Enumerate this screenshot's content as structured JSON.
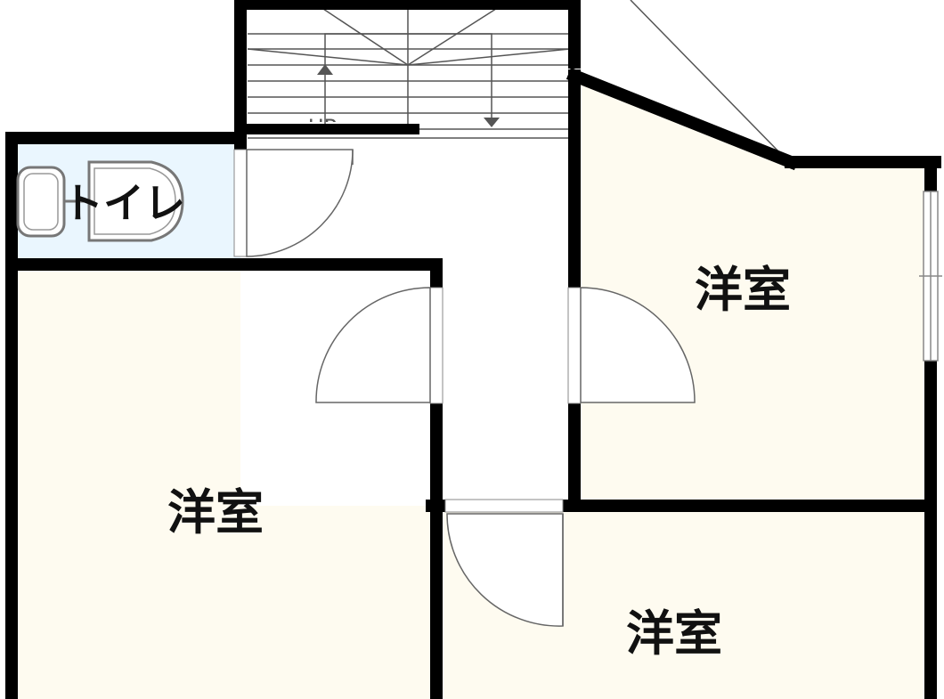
{
  "rooms": {
    "toilet": {
      "label": "トイレ",
      "fill": "#eaf6fe"
    },
    "western_left": {
      "label": "洋室",
      "fill": "#fefbf0"
    },
    "western_upper_right": {
      "label": "洋室",
      "fill": "#fefbf0"
    },
    "western_lower_right": {
      "label": "洋室",
      "fill": "#fefbf0"
    }
  },
  "stairs": {
    "label": "UP"
  },
  "colors": {
    "wall": "#000000",
    "hall": "#ffffff",
    "line": "#555555"
  }
}
